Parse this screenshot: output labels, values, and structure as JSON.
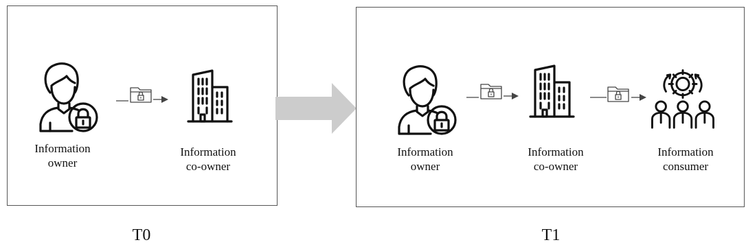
{
  "panels": {
    "t0": {
      "caption": "T0",
      "labels": {
        "owner": "Information\nowner",
        "coowner": "Information\nco-owner"
      }
    },
    "t1": {
      "caption": "T1",
      "labels": {
        "owner": "Information\nowner",
        "coowner": "Information\nco-owner",
        "consumer": "Information\nconsumer"
      }
    }
  },
  "icons": {
    "owner": "person-with-lock-icon",
    "coowner": "office-building-icon",
    "consumer": "people-with-gear-icon",
    "transfer": "secure-folder-icon",
    "transition": "right-arrow-icon"
  },
  "colors": {
    "stroke": "#111111",
    "transition_arrow": "#cccccc",
    "border": "#555555"
  }
}
